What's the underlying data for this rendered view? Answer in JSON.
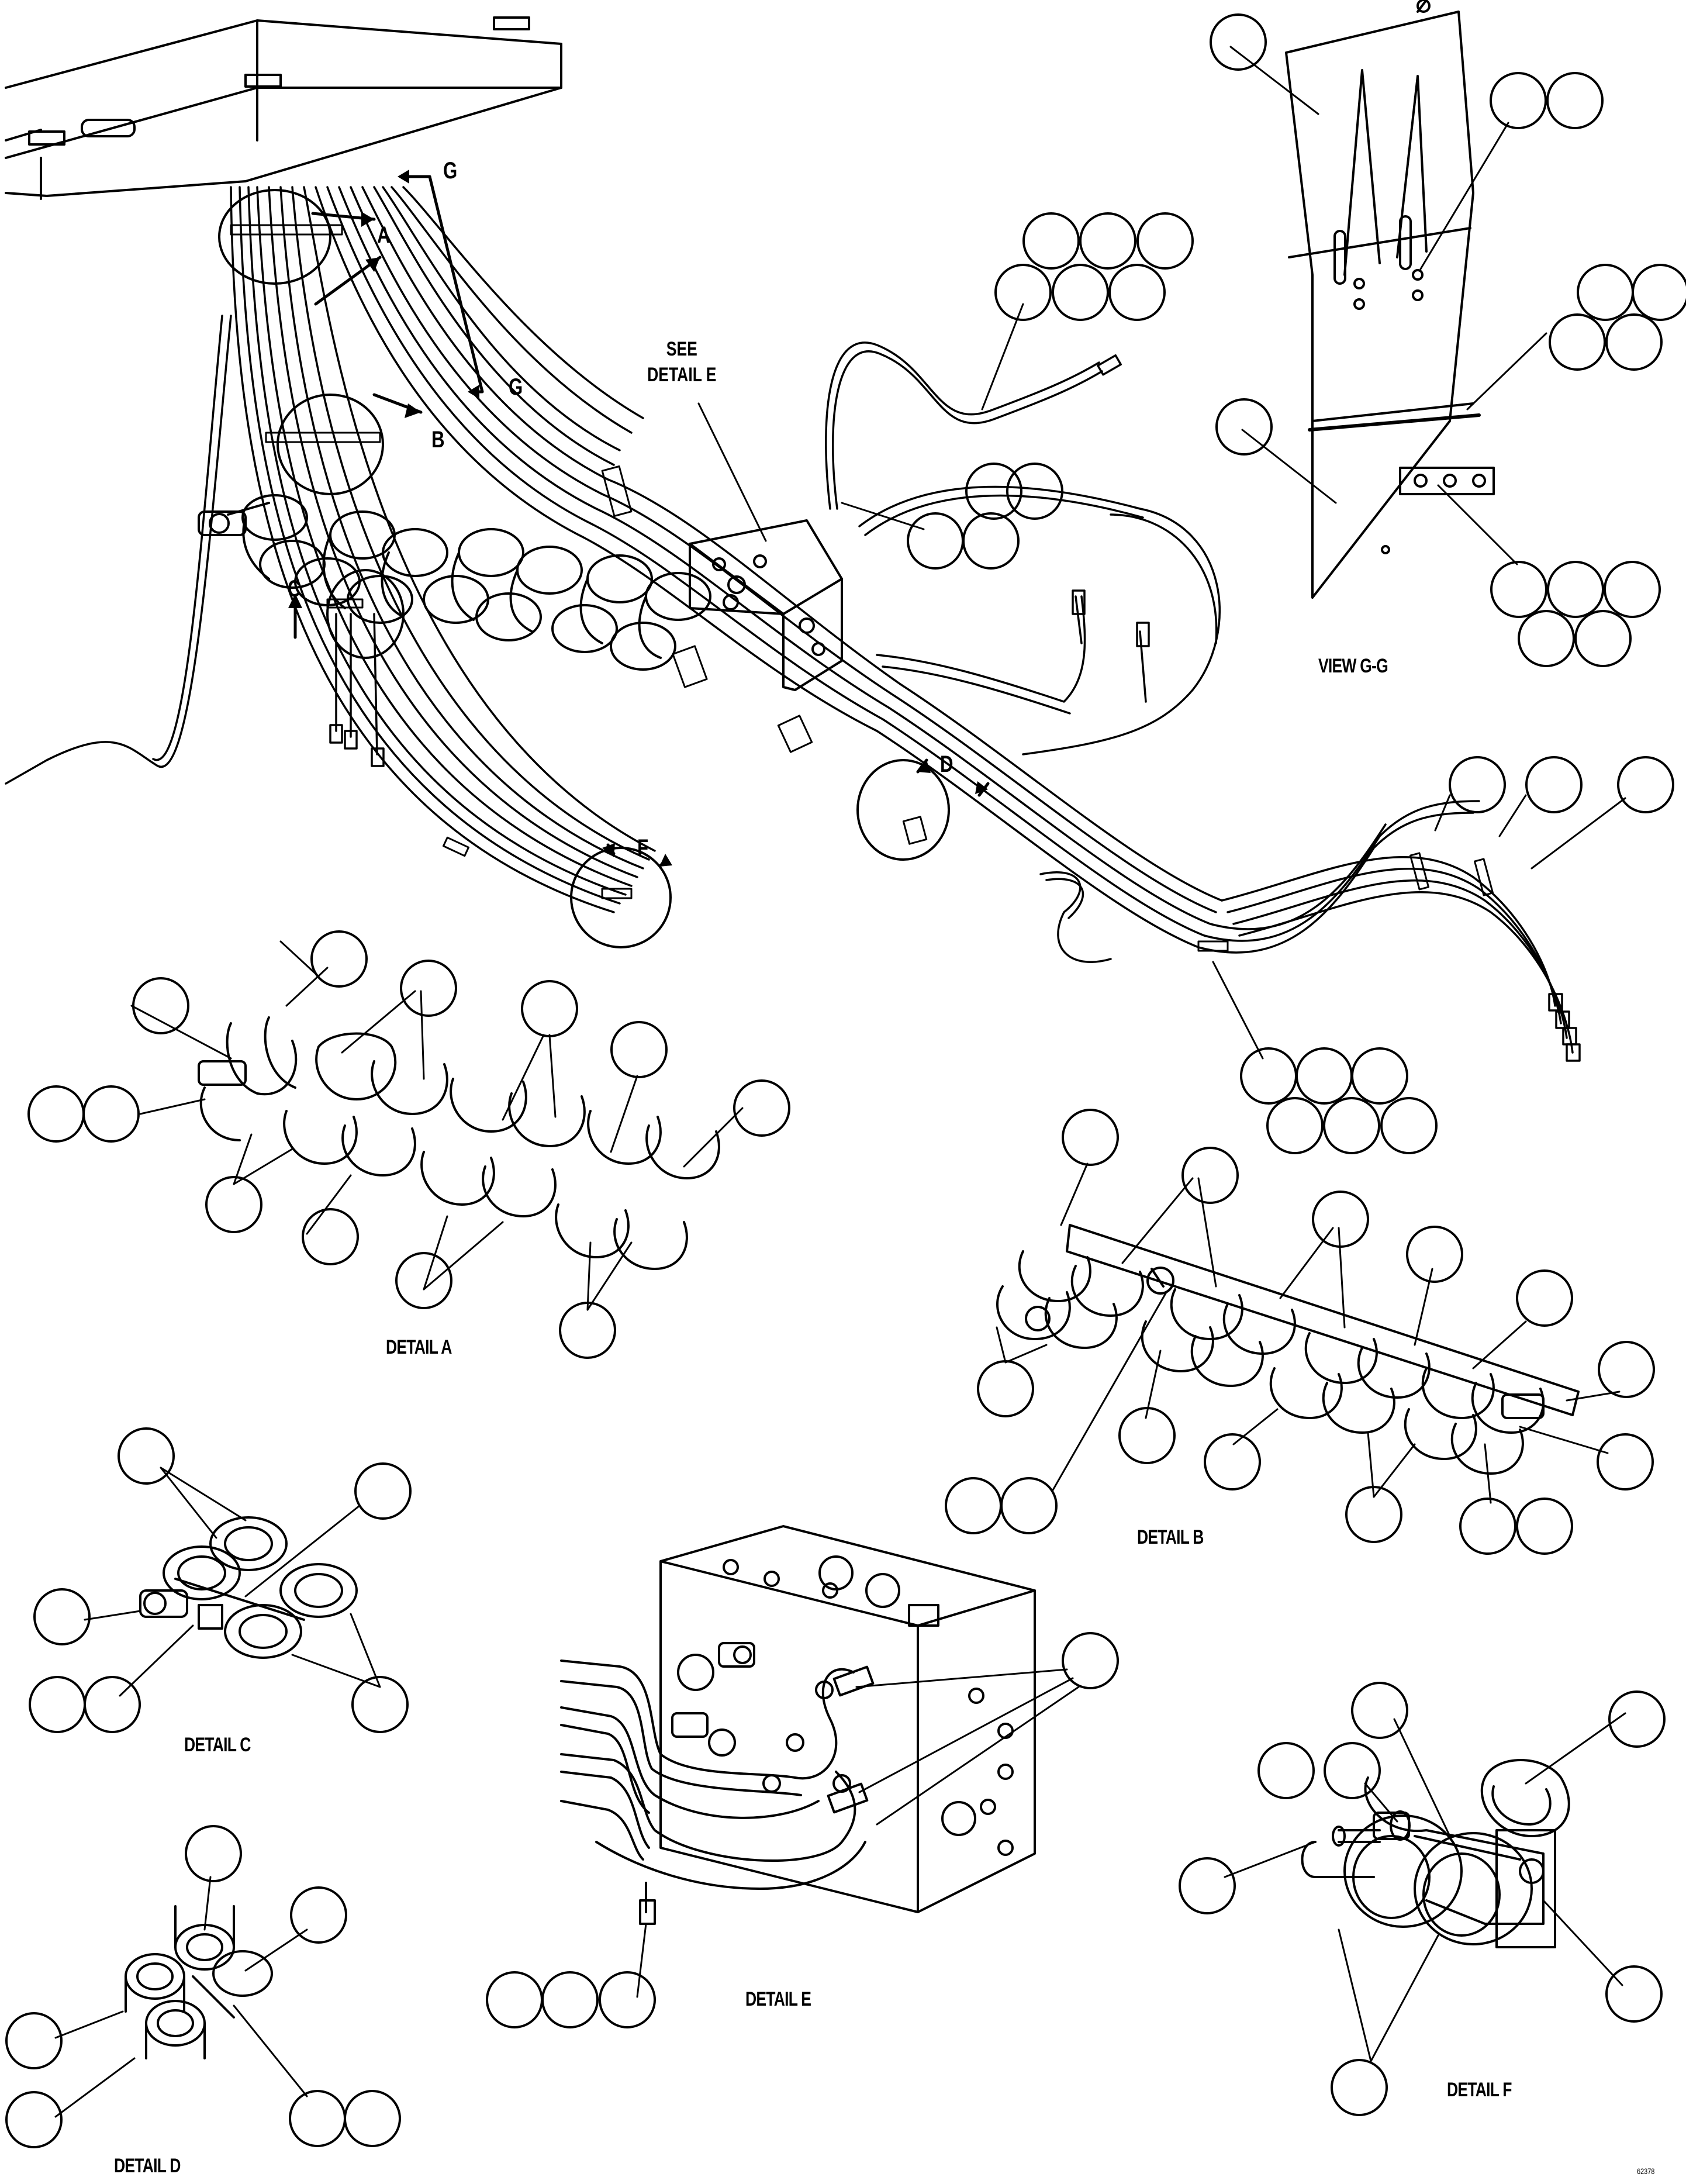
{
  "labels": {
    "see": "SEE",
    "detail_e_ref": "DETAIL E",
    "view_gg": "VIEW G-G",
    "detail_a": "DETAIL A",
    "detail_b": "DETAIL B",
    "detail_c": "DETAIL C",
    "detail_d": "DETAIL D",
    "detail_e": "DETAIL E",
    "detail_f": "DETAIL F",
    "arrow_g": "G",
    "arrow_a": "A",
    "arrow_b": "B",
    "arrow_c": "C",
    "arrow_d": "D",
    "arrow_f": "F",
    "figure_code": "62378"
  },
  "colors": {
    "line": "#000000",
    "background": "#ffffff"
  }
}
